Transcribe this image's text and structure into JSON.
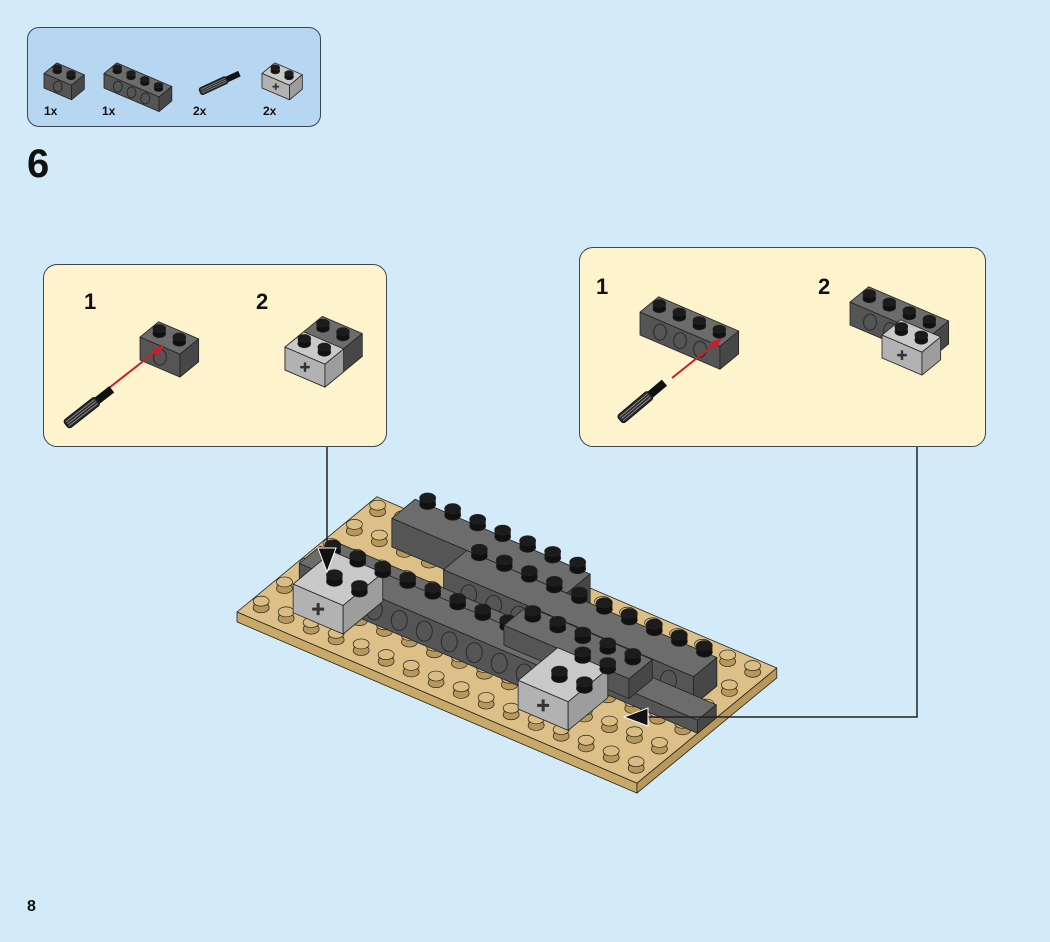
{
  "parts_list": {
    "items": [
      {
        "part": "technic-brick-1x2-dark-gray",
        "qty": "1x"
      },
      {
        "part": "technic-brick-1x4-dark-gray",
        "qty": "1x"
      },
      {
        "part": "axle-pin-black",
        "qty": "2x"
      },
      {
        "part": "technic-brick-1x2-axle-hole-light-gray",
        "qty": "2x"
      }
    ]
  },
  "step_number": "6",
  "callouts": [
    {
      "substeps": [
        "1",
        "2"
      ]
    },
    {
      "substeps": [
        "1",
        "2"
      ]
    }
  ],
  "page_number": "8",
  "colors": {
    "background": "#d3eaf9",
    "callout": "#fdf3cc",
    "parts_box": "#b6d6f1",
    "tan": "#d8bb7f",
    "dark_gray": "#5e5e5e",
    "light_gray": "#b9b9b9",
    "arrow_red": "#c8202a"
  }
}
